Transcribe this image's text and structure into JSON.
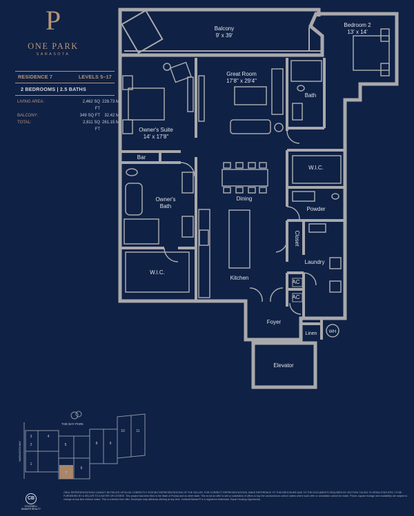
{
  "brand": {
    "logo_letter": "P",
    "name": "ONE PARK",
    "city": "SARASOTA"
  },
  "unit": {
    "residence": "RESIDENCE 7",
    "levels": "LEVELS 5–17",
    "summary": "2 BEDROOMS | 2.5 BATHS"
  },
  "areas": [
    {
      "label": "LIVING AREA:",
      "sqft": "2,462 SQ FT",
      "m2": "228.73 M²"
    },
    {
      "label": "BALCONY:",
      "sqft": "349 SQ FT",
      "m2": "32.42 M²"
    },
    {
      "label": "TOTAL:",
      "sqft": "2,811 SQ FT",
      "m2": "261.15 M²"
    }
  ],
  "rooms": {
    "balcony": "Balcony",
    "balcony_dim": "9' x 39'",
    "bedroom2": "Bedroom 2",
    "bedroom2_dim": "13' x 14'",
    "great_room": "Great Room",
    "great_room_dim": "17'8\" x 29'4\"",
    "bath": "Bath",
    "owners_suite": "Owner's Suite",
    "owners_suite_dim": "14' x 17'8\"",
    "bar": "Bar",
    "owners_bath_1": "Owner's",
    "owners_bath_2": "Bath",
    "wic": "W.I.C.",
    "wic2": "W.I.C.",
    "dining": "Dining",
    "powder": "Powder",
    "closet": "Closet",
    "laundry": "Laundry",
    "kitchen": "Kitchen",
    "ac1": "AC",
    "ac2": "AC",
    "foyer": "Foyer",
    "linen": "Linen",
    "wh": "WH",
    "elevator": "Elevator"
  },
  "keyplan": {
    "park": "THE BAY PARK",
    "bay": "SARASOTA BAY",
    "units": [
      "1",
      "2",
      "3",
      "4",
      "5",
      "6",
      "7",
      "8",
      "9",
      "10",
      "11"
    ]
  },
  "footer": {
    "broker_mark": "CB",
    "broker_name": "COLDWELL BANKER REALTY",
    "disclaimer": "ORAL REPRESENTATIONS CANNOT BE RELIED UPON AS CORRECTLY STATING REPRESENTATIONS OF THE SELLER. FOR CORRECT REPRESENTATIONS, MAKE REFERENCE TO THIS BROCHURE AND TO THE DOCUMENTS REQUIRED BY SECTION 718.503, FLORIDA STATUTES, TO BE FURNISHED BY A SELLER TO A BUYER OR LESSEE. This project has been filed in the State of Florida and no other state. This is not an offer to sell or solicitation of offers to buy the condominium units in states where such offer or solicitation cannot be made. Prices, square footage and availability are subject to change at any time without notice. This is a limited time offer. Developer may withdraw offering at any time. Coldwell Banker® is a registered trademark. Equal Housing Opportunity."
  },
  "colors": {
    "background": "#0f2145",
    "accent": "#b79578",
    "wall": "#a9a9ac",
    "line": "#8c93a3",
    "highlight": "#a9866a"
  }
}
